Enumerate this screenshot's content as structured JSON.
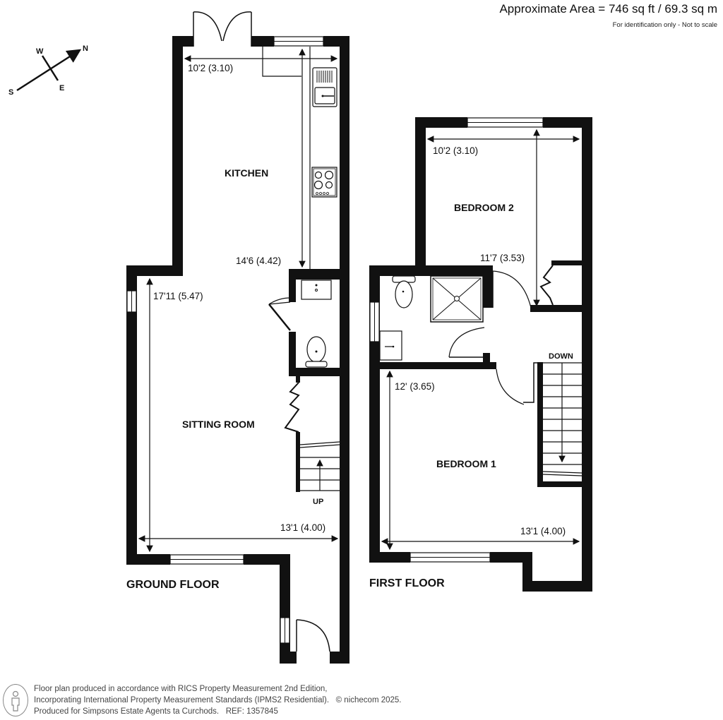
{
  "header": {
    "approx_area": "Approximate Area = 746 sq ft / 69.3 sq m",
    "note": "For identification only - Not to scale"
  },
  "compass": {
    "n": "N",
    "s": "S",
    "e": "E",
    "w": "W",
    "icon": "compass-arrow-icon"
  },
  "ground_floor": {
    "label": "GROUND FLOOR",
    "rooms": {
      "kitchen": {
        "name": "KITCHEN",
        "width": "10'2 (3.10)",
        "length": "14'6 (4.42)"
      },
      "sitting_room": {
        "name": "SITTING ROOM",
        "length": "17'11 (5.47)",
        "width": "13'1 (4.00)"
      }
    },
    "stairs_label": "UP"
  },
  "first_floor": {
    "label": "FIRST FLOOR",
    "rooms": {
      "bedroom2": {
        "name": "BEDROOM 2",
        "width": "10'2 (3.10)",
        "length": "11'7 (3.53)"
      },
      "bedroom1": {
        "name": "BEDROOM 1",
        "length": "12' (3.65)",
        "width": "13'1 (4.00)"
      }
    },
    "stairs_label": "DOWN"
  },
  "footer": {
    "icon": "person-icon",
    "line1": "Floor plan produced in accordance with RICS Property Measurement 2nd Edition,",
    "line2": "Incorporating International Property Measurement Standards (IPMS2 Residential).",
    "copyright": "© nichecom 2025.",
    "line3": "Produced for Simpsons Estate Agents ta Curchods.",
    "ref": "REF: 1357845"
  }
}
